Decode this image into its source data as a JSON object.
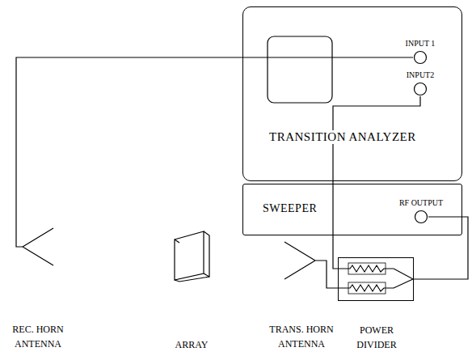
{
  "diagram": {
    "nodes": [
      {
        "text": [
          "TRANSITION ANALYZER"
        ]
      },
      {
        "text": [
          "INPUT 1"
        ],
        "in": 0
      },
      {
        "text": [
          "INPUT2"
        ],
        "in": 0
      },
      {
        "text": [
          "SWEEPER"
        ]
      },
      {
        "text": [
          "RF OUTPUT"
        ],
        "in": 3
      },
      {
        "text": [
          "REC. HORN ANTENNA"
        ]
      },
      {
        "text": [
          "ARRAY"
        ]
      },
      {
        "text": [
          "TRANS. HORN ANTENNA"
        ]
      },
      {
        "text": [
          "POWER DIVIDER"
        ]
      }
    ],
    "edges": [
      {
        "from": 5,
        "to": 1,
        "arrow": "none"
      },
      {
        "from": 8,
        "to": 2,
        "arrow": "none"
      },
      {
        "from": 4,
        "to": 8,
        "arrow": "none"
      },
      {
        "from": 8,
        "to": 7,
        "arrow": "none"
      }
    ]
  }
}
